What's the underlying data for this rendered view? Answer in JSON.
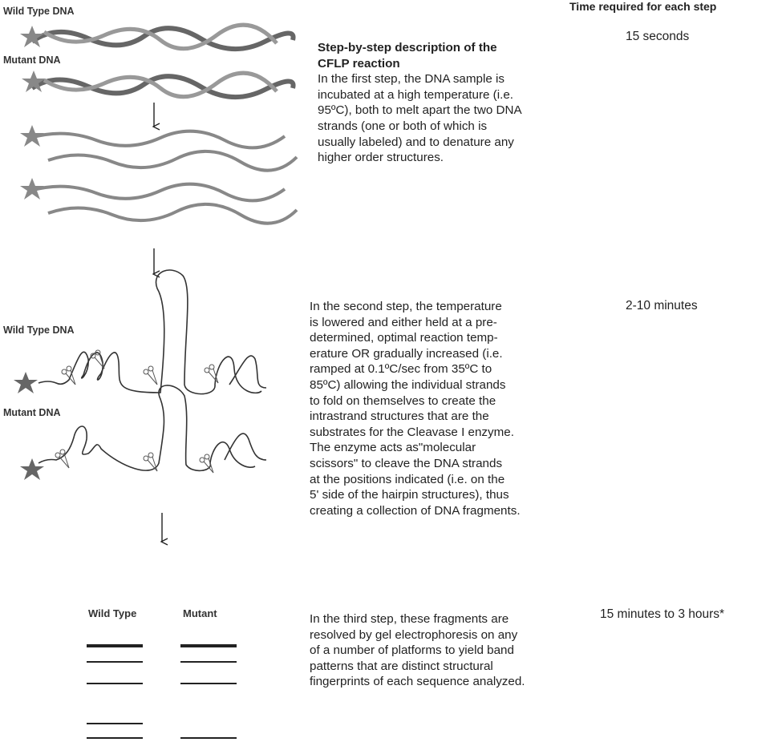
{
  "header": {
    "time_column_title": "Time required for each step"
  },
  "step1": {
    "label_wild": "Wild Type DNA",
    "label_mutant": "Mutant DNA",
    "time": "15 seconds",
    "title_lines": [
      "Step-by-step description of the",
      "CFLP reaction"
    ],
    "text_lines": [
      "In the first step, the DNA sample is",
      "incubated at a high temperature (i.e.",
      "95ºC), both to melt apart the two DNA",
      "strands (one or both of which is",
      "usually labeled) and to denature any",
      "higher order structures."
    ]
  },
  "step2": {
    "label_wild": "Wild Type DNA",
    "label_mutant": "Mutant DNA",
    "time": "2-10 minutes",
    "text_lines": [
      "In the second step, the temperature",
      "is lowered and either held at a pre-",
      "determined, optimal reaction temp-",
      "erature OR gradually increased (i.e.",
      "ramped at 0.1ºC/sec from 35ºC to",
      "85ºC) allowing the individual strands",
      "to fold on themselves to create the",
      "intrastrand structures that are the",
      "substrates for the Cleavase I enzyme.",
      "The enzyme acts as\"molecular",
      "scissors\" to cleave the DNA strands",
      "at the positions indicated (i.e. on the",
      "5' side of the hairpin structures), thus",
      "creating a collection of DNA fragments."
    ]
  },
  "step3": {
    "lane_wild": "Wild Type",
    "lane_mutant": "Mutant",
    "time": "15 minutes to 3 hours*",
    "text_lines": [
      "In the third step, these fragments are",
      "resolved by gel electrophoresis on any",
      "of a number of platforms to yield band",
      "patterns that are distinct structural",
      "fingerprints of each sequence analyzed."
    ]
  }
}
